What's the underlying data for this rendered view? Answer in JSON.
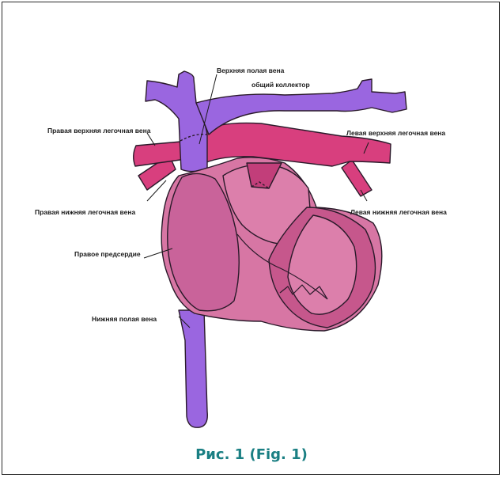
{
  "labels": {
    "svc": "Верхняя полая вена",
    "collector": "общий коллектор",
    "right_upper_pv": "Правая верхняя легочная вена",
    "left_upper_pv": "Левая верхняя легочная вена",
    "right_lower_pv": "Правая нижняя легочная вена",
    "left_lower_pv": "Левая нижняя легочная вена",
    "right_atrium": "Правое предсердие",
    "ivc": "Нижняя полая вена"
  },
  "caption": "Рис. 1 (Fig. 1)",
  "colors": {
    "vein_purple": "#9a66e0",
    "pulmonary_vein": "#d83f7e",
    "heart_pink": "#d776a4",
    "heart_dark": "#a8426e",
    "caption": "#1a7f83"
  }
}
